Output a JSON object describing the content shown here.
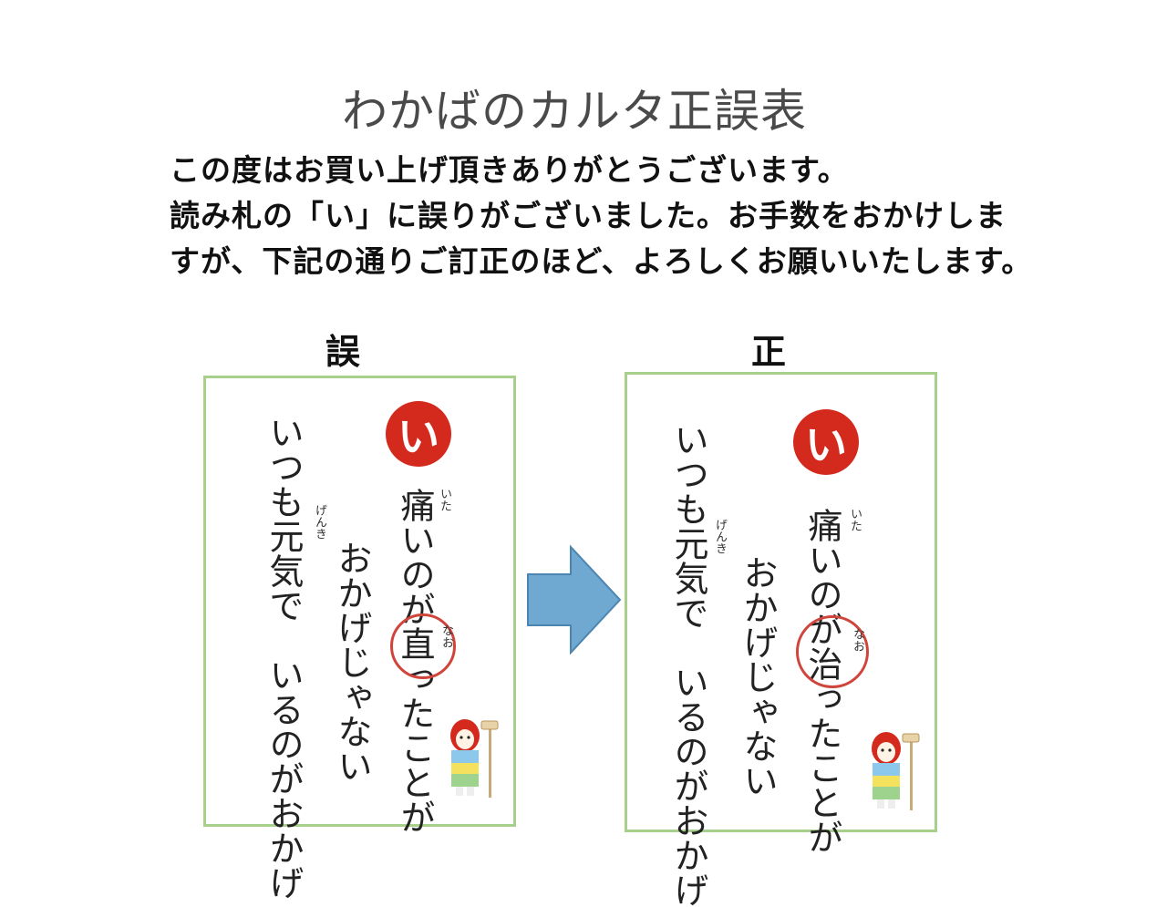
{
  "title": "わかばのカルタ正誤表",
  "message": [
    "この度はお買い上げ頂きありがとうございます。",
    "読み札の「い」に誤りがございました。お手数をおかけしま",
    "すが、下記の通りご訂正のほど、よろしくお願いいたします。"
  ],
  "labels": {
    "wrong": "誤",
    "right": "正"
  },
  "wrong_card": {
    "badge": "い",
    "line1_a": "痛いのが",
    "line1_word": "直",
    "line1_b": "ったことが",
    "line2": "おかげじゃない",
    "line3": "いつも元気で　いるのがおかげ",
    "ruby_ita": "いた",
    "ruby_nao": "なお",
    "ruby_genki": "げんき"
  },
  "right_card": {
    "badge": "い",
    "line1_a": "痛いのが",
    "line1_word": "治",
    "line1_b": "ったことが",
    "line2": "おかげじゃない",
    "line3": "いつも元気で　いるのがおかげ",
    "ruby_ita": "いた",
    "ruby_nao": "なお",
    "ruby_genki": "げんき"
  },
  "colors": {
    "card_border": "#a8d08d",
    "badge": "#d42a1e",
    "circle": "#d0453b",
    "arrow": "#6fa8d0"
  }
}
